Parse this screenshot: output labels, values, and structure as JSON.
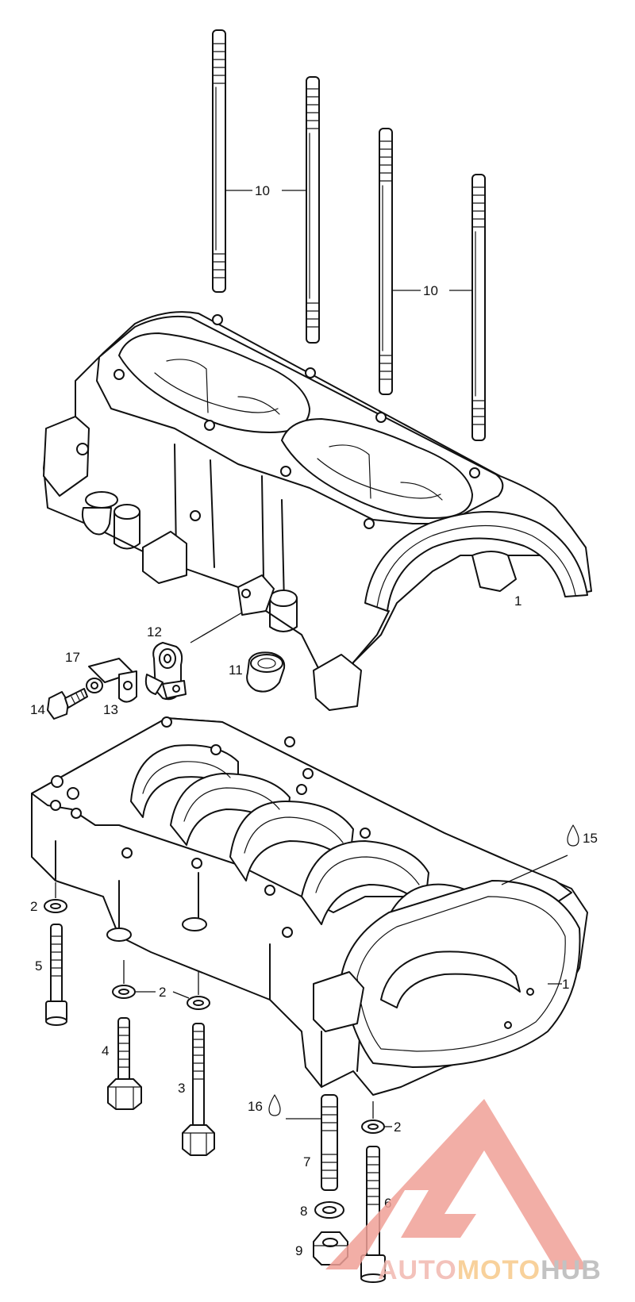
{
  "callouts": {
    "c1_upper": "1",
    "c1_lower": "1",
    "c2_a": "2",
    "c2_b": "2",
    "c2_c": "2",
    "c3": "3",
    "c4": "4",
    "c5": "5",
    "c6": "6",
    "c7": "7",
    "c8": "8",
    "c9": "9",
    "c10_a": "10",
    "c10_b": "10",
    "c11": "11",
    "c12": "12",
    "c13": "13",
    "c14": "14",
    "c15": "15",
    "c16": "16",
    "c17": "17"
  },
  "watermark": {
    "part1": "AUTO",
    "part2": "MOTO",
    "part3": "HUB",
    "color1": "#f2b8b0",
    "color2": "#f7c98a",
    "color3": "#b8b8b8",
    "logo_color": "#f0a097"
  }
}
